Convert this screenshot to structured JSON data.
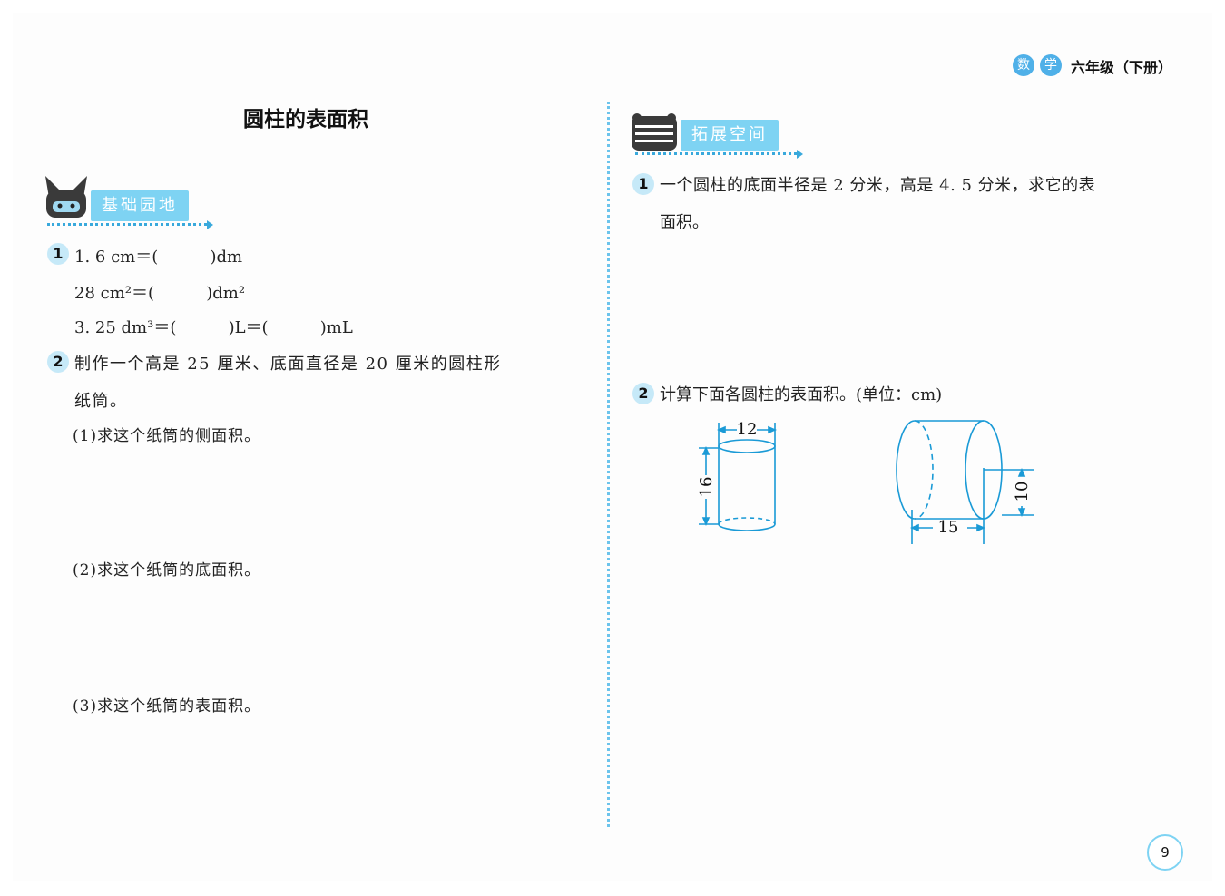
{
  "header": {
    "subject_chars": [
      "数",
      "学"
    ],
    "grade": "六年级（下册）"
  },
  "title": "圆柱的表面积",
  "left_section": {
    "banner": "基础园地",
    "q1": {
      "number": "1",
      "lines": [
        "1. 6 cm＝(          )dm",
        "28 cm²＝(          )dm²",
        "3. 25 dm³＝(          )L＝(          )mL"
      ]
    },
    "q2": {
      "number": "2",
      "text_line1": "制作一个高是 25 厘米、底面直径是 20 厘米的圆柱形",
      "text_line2": "纸筒。",
      "parts": [
        "(1)求这个纸筒的侧面积。",
        "(2)求这个纸筒的底面积。",
        "(3)求这个纸筒的表面积。"
      ]
    }
  },
  "right_section": {
    "banner": "拓展空间",
    "q1": {
      "number": "1",
      "text_line1": "一个圆柱的底面半径是 2 分米，高是 4. 5 分米，求它的表",
      "text_line2": "面积。"
    },
    "q2": {
      "number": "2",
      "text": "计算下面各圆柱的表面积。(单位：cm)",
      "figure1": {
        "diameter": "12",
        "height": "16"
      },
      "figure2": {
        "length": "15",
        "diameter": "10"
      }
    }
  },
  "page_number": "9",
  "colors": {
    "accent": "#39a9dc",
    "banner": "#7ed3f3",
    "badge": "#c6e9f8"
  }
}
